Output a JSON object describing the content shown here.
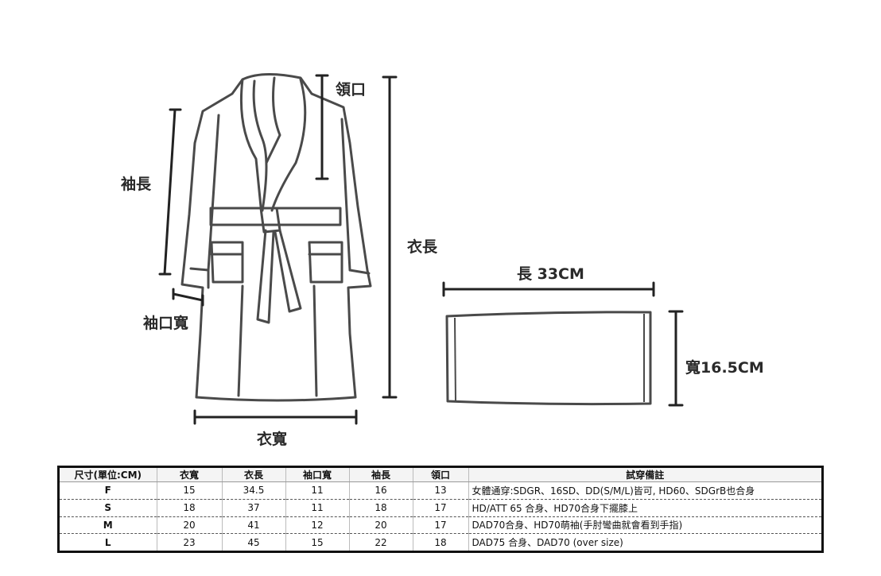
{
  "labels": {
    "collar": "領口",
    "sleeve_length": "袖長",
    "cuff_width": "袖口寬",
    "garment_length": "衣長",
    "garment_width": "衣寬",
    "belt_length": "長 33CM",
    "belt_width": "寬16.5CM"
  },
  "table": {
    "headers": [
      "尺寸(單位:CM)",
      "衣寬",
      "衣長",
      "袖口寬",
      "袖長",
      "領口",
      "試穿備註"
    ],
    "rows": [
      [
        "F",
        "15",
        "34.5",
        "11",
        "16",
        "13",
        "女體通穿:SDGR、16SD、DD(S/M/L)皆可, HD60、SDGrB也合身"
      ],
      [
        "S",
        "18",
        "37",
        "11",
        "18",
        "17",
        "HD/ATT 65 合身、HD70合身下擺膝上"
      ],
      [
        "M",
        "20",
        "41",
        "12",
        "20",
        "17",
        "DAD70合身、HD70萌袖(手肘彎曲就會看到手指)"
      ],
      [
        "L",
        "23",
        "45",
        "15",
        "22",
        "18",
        "DAD75 合身、DAD70 (over size)"
      ]
    ]
  }
}
